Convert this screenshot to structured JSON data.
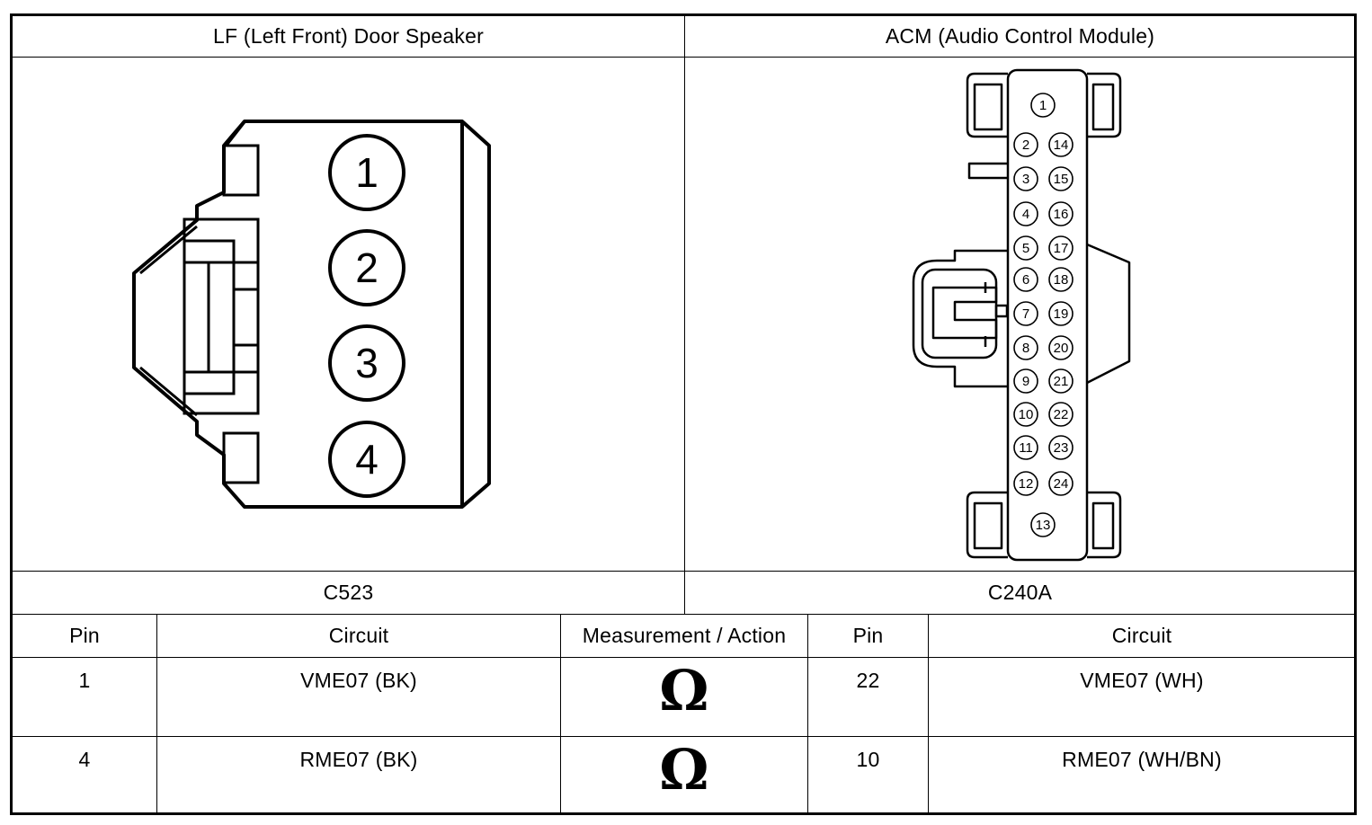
{
  "header": {
    "left_title": "LF (Left Front) Door Speaker",
    "right_title": "ACM (Audio Control Module)"
  },
  "connectors": {
    "left_id": "C523",
    "right_id": "C240A",
    "left_pins": [
      "1",
      "2",
      "3",
      "4"
    ],
    "right_pins": {
      "top": "1",
      "left_column": [
        "2",
        "3",
        "4",
        "5",
        "6",
        "7",
        "8",
        "9",
        "10",
        "11",
        "12"
      ],
      "right_column": [
        "14",
        "15",
        "16",
        "17",
        "18",
        "19",
        "20",
        "21",
        "22",
        "23",
        "24"
      ],
      "bottom": "13"
    }
  },
  "table": {
    "columns": [
      "Pin",
      "Circuit",
      "Measurement / Action",
      "Pin",
      "Circuit"
    ],
    "rows": [
      {
        "pin_a": "1",
        "circuit_a": "VME07 (BK)",
        "action_symbol": "Ω",
        "pin_b": "22",
        "circuit_b": "VME07 (WH)"
      },
      {
        "pin_a": "4",
        "circuit_a": "RME07 (BK)",
        "action_symbol": "Ω",
        "pin_b": "10",
        "circuit_b": "RME07 (WH/BN)"
      }
    ]
  }
}
